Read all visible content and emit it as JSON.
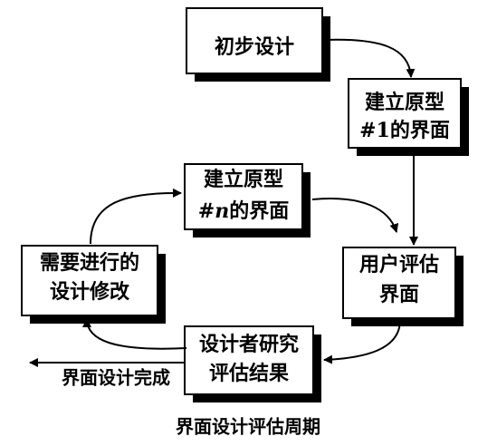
{
  "diagram": {
    "nodes": {
      "initial_design": {
        "lines": [
          "初步设计"
        ]
      },
      "prototype_1": {
        "line1": "建立原型",
        "line2_prefix": "#",
        "line2_var": "1",
        "line2_suffix": "的界面"
      },
      "user_eval": {
        "lines": [
          "用户评估",
          "界面"
        ]
      },
      "designer_study": {
        "lines": [
          "设计者研究",
          "评估结果"
        ]
      },
      "revise": {
        "lines": [
          "需要进行的",
          "设计修改"
        ]
      },
      "prototype_n": {
        "line1": "建立原型",
        "line2_prefix": "#",
        "line2_var": "n",
        "line2_suffix": "的界面"
      }
    },
    "exit_label": "界面设计完成",
    "caption": "界面设计评估周期"
  }
}
